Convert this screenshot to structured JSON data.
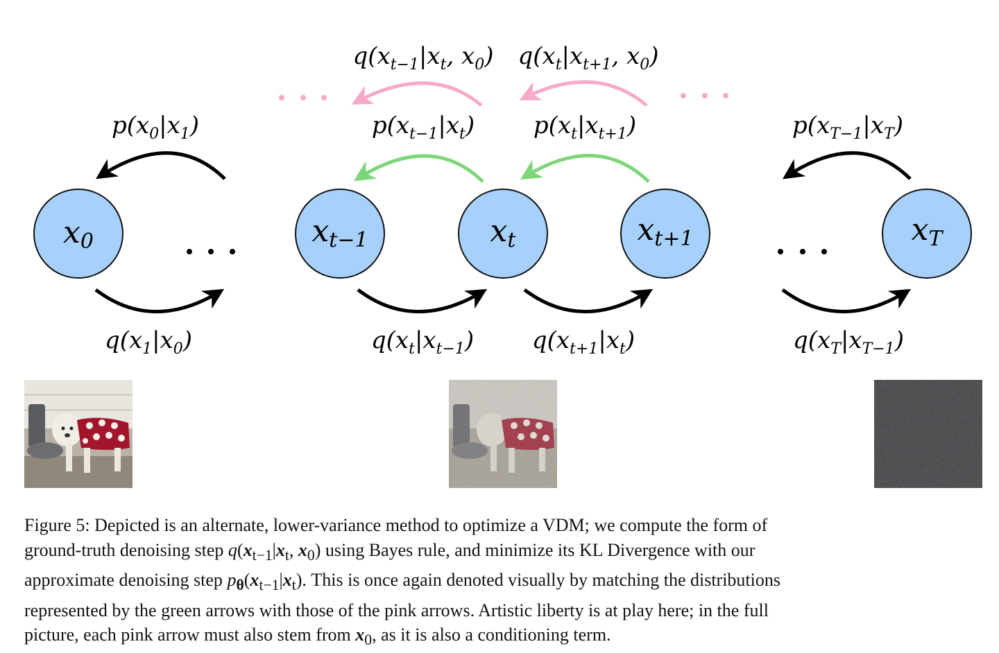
{
  "colors": {
    "node_fill": "#a7d1fb",
    "node_stroke": "#111111",
    "arrow_black": "#000000",
    "arrow_green": "#7dd67a",
    "arrow_pink": "#f6a9c8",
    "dots_pink": "#f6a9c8",
    "dots_black": "#000000"
  },
  "nodes": [
    {
      "id": "x0",
      "base": "x",
      "sub": "0"
    },
    {
      "id": "xtm1",
      "base": "x",
      "sub": "t−1"
    },
    {
      "id": "xt",
      "base": "x",
      "sub": "t"
    },
    {
      "id": "xtp1",
      "base": "x",
      "sub": "t+1"
    },
    {
      "id": "xT",
      "base": "x",
      "sub": "T"
    }
  ],
  "labels": {
    "p_x0_x1": "p(x₀|x₁)",
    "q_x1_x0": "q(x₁|x₀)",
    "p_xtm1_xt": "p(xₜ₋₁|xₜ)",
    "p_xt_xtp1": "p(xₜ|xₜ₊₁)",
    "q_xt_xtm1": "q(xₜ|xₜ₋₁)",
    "q_xtp1_xt": "q(xₜ₊₁|xₜ)",
    "p_xTm1_xT": "p(x_{T−1}|x_T)",
    "q_xT_xTm1": "q(x_T|x_{T−1})",
    "qpink_left": "q(xₜ₋₁|xₜ, x₀)",
    "qpink_right": "q(xₜ|xₜ₊₁, x₀)"
  },
  "images": [
    {
      "name": "clean-dog-image",
      "noise": "none"
    },
    {
      "name": "noisy-dog-image",
      "noise": "partial"
    },
    {
      "name": "pure-noise-image",
      "noise": "full"
    }
  ],
  "caption": {
    "line1": "Figure 5: Depicted is an alternate, lower-variance method to optimize a VDM; we compute the form of",
    "line2": "ground-truth denoising step q(x_{t−1}|x_t, x_0) using Bayes rule, and minimize its KL Divergence with our",
    "line3": "approximate denoising step p_θ(x_{t−1}|x_t). This is once again denoted visually by matching the distributions",
    "line4": "represented by the green arrows with those of the pink arrows. Artistic liberty is at play here; in the full",
    "line5": "picture, each pink arrow must also stem from x_0, as it is also a conditioning term."
  }
}
